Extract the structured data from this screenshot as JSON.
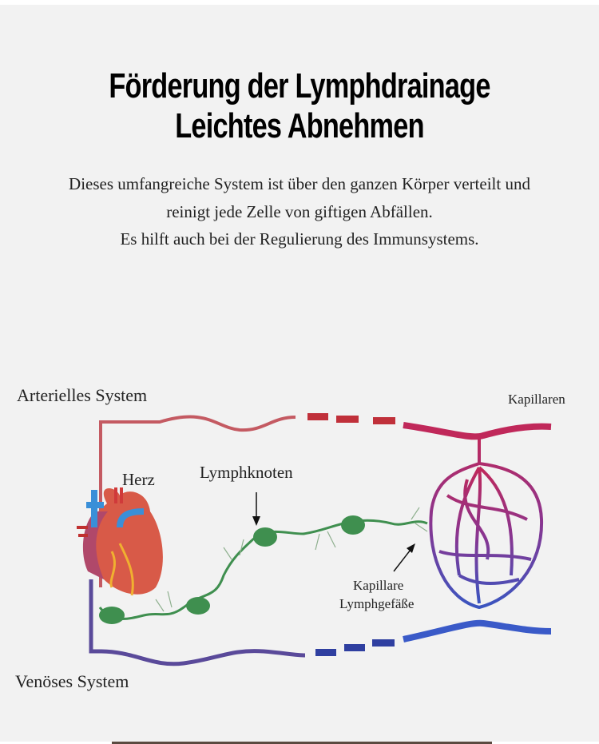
{
  "title": {
    "line1": "Förderung der Lymphdrainage",
    "line2": "Leichtes Abnehmen"
  },
  "description": {
    "line1": "Dieses umfangreiche System ist über den ganzen Körper verteilt und",
    "line2": "reinigt jede Zelle von giftigen Abfällen.",
    "line3": "Es hilft auch bei der Regulierung des Immunsystems."
  },
  "diagram": {
    "arterial": "Arterielles System",
    "capillaries": "Kapillaren",
    "heart": "Herz",
    "lymph_nodes": "Lymphknoten",
    "lymph_capillaries_1": "Kapillare",
    "lymph_capillaries_2": "Lymphgefäße",
    "venous": "Venöses System"
  },
  "colors": {
    "artery": "#c0404f",
    "vein": "#4a3f8f",
    "lymph": "#3f8f4f",
    "background": "#f2f2f2"
  }
}
